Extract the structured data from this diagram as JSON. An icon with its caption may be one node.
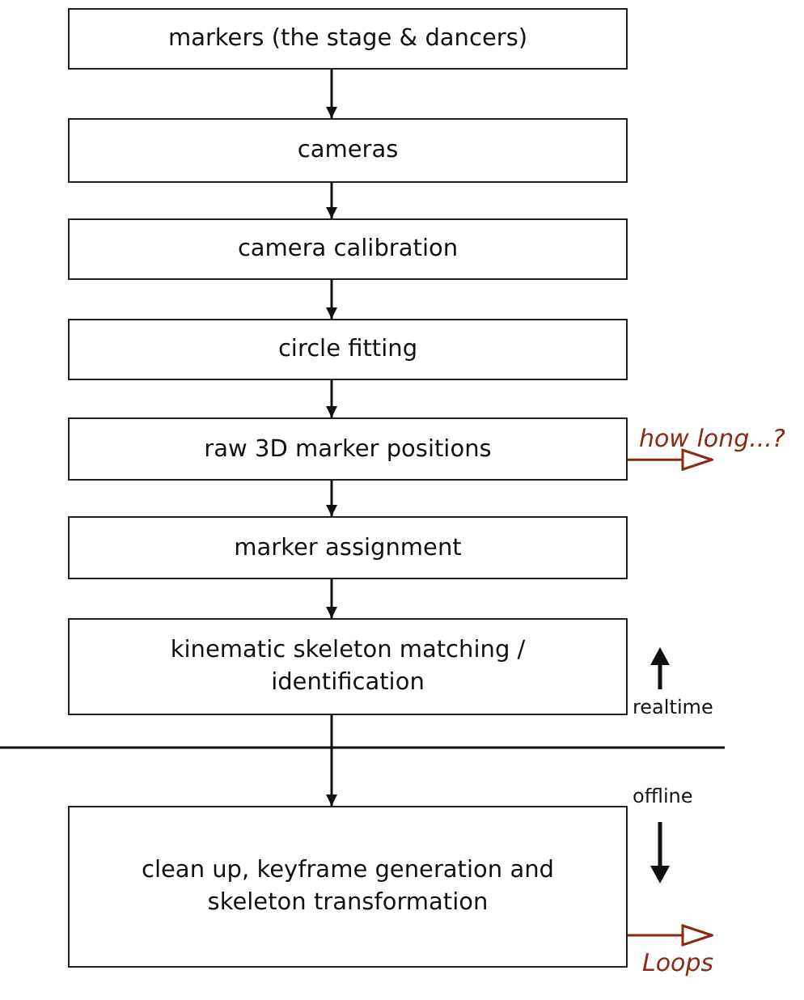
{
  "diagram": {
    "nodes": [
      {
        "text": [
          "markers (the stage & dancers)"
        ]
      },
      {
        "text": [
          "cameras"
        ]
      },
      {
        "text": [
          "camera calibration"
        ]
      },
      {
        "text": [
          "circle fitting"
        ]
      },
      {
        "text": [
          "raw 3D marker positions"
        ]
      },
      {
        "text": [
          "marker assignment"
        ]
      },
      {
        "text": [
          "kinematic skeleton matching / identification"
        ]
      },
      {
        "text": [
          "clean up, keyframe generation and skeleton transformation"
        ]
      }
    ],
    "edges": [
      {
        "from": 0,
        "to": 1,
        "arrow": "to"
      },
      {
        "from": 1,
        "to": 2,
        "arrow": "to"
      },
      {
        "from": 2,
        "to": 3,
        "arrow": "to"
      },
      {
        "from": 3,
        "to": 4,
        "arrow": "to"
      },
      {
        "from": 4,
        "to": 5,
        "arrow": "to"
      },
      {
        "from": 5,
        "to": 6,
        "arrow": "to"
      },
      {
        "from": 6,
        "to": 7,
        "arrow": "to"
      },
      {
        "from": 4,
        "to": null,
        "arrow": "to",
        "label": "how long...?",
        "color": "#8b2a12"
      },
      {
        "from": 7,
        "to": null,
        "arrow": "to",
        "label": "Loops",
        "color": "#8b2a12"
      }
    ],
    "labels": [
      "realtime",
      "offline"
    ]
  }
}
